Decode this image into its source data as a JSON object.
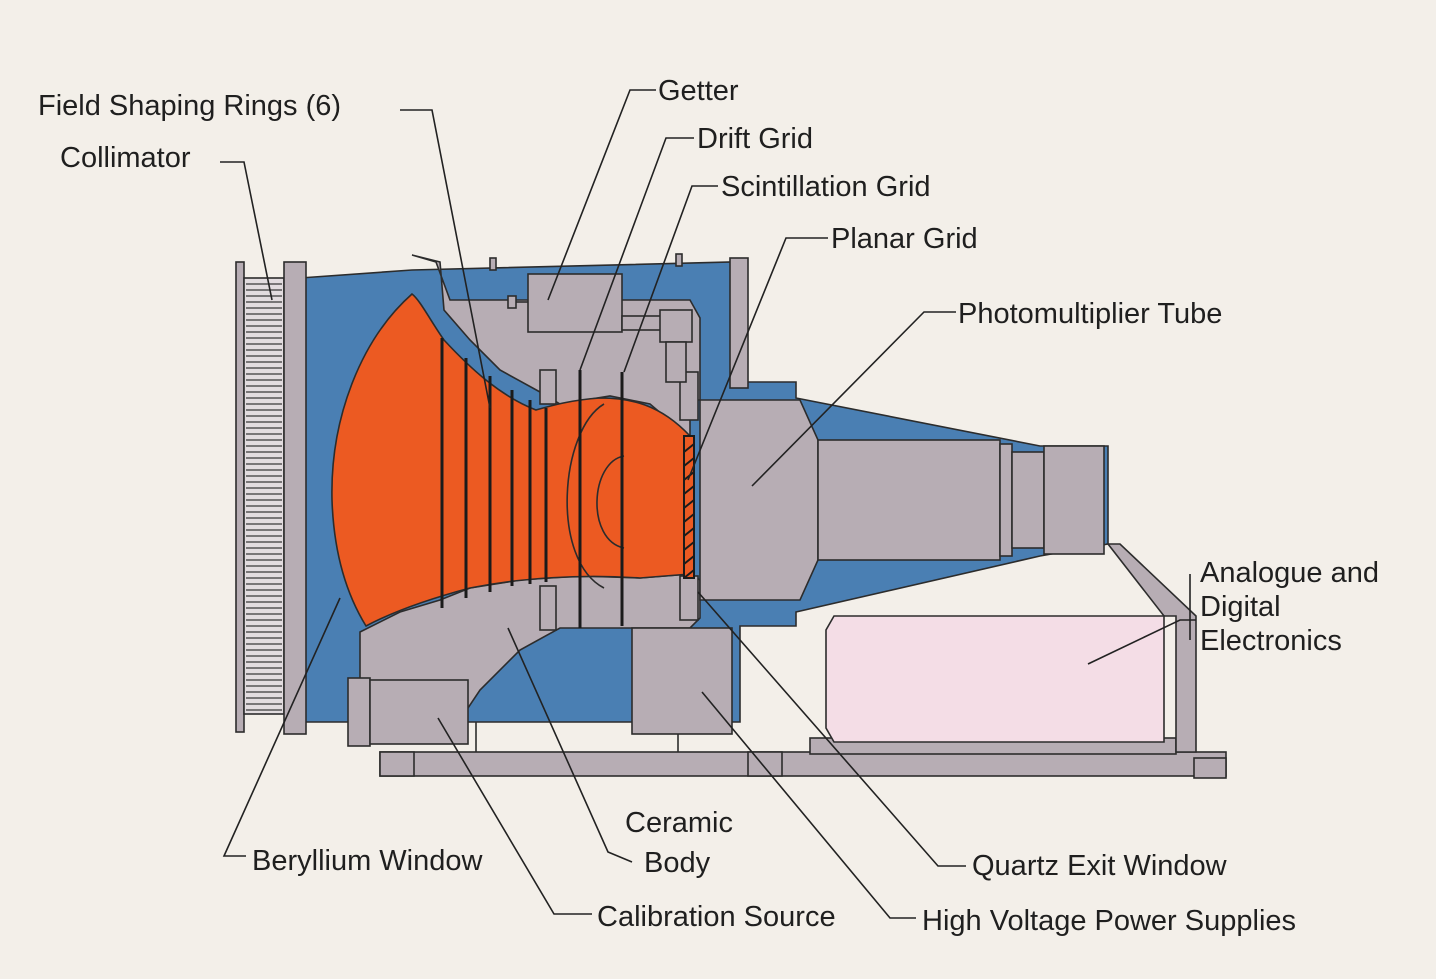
{
  "diagram": {
    "type": "cutaway-instrument-schematic",
    "colors": {
      "background": "#f3efe9",
      "housing": "#4a7fb3",
      "metal": "#b7adb4",
      "gas_volume": "#ec5a22",
      "electronics_box": "#f4dde6",
      "outline": "#2c2c2c"
    },
    "labels": {
      "field_shaping_rings": "Field Shaping Rings (6)",
      "collimator": "Collimator",
      "getter": "Getter",
      "drift_grid": "Drift Grid",
      "scintillation_grid": "Scintillation Grid",
      "planar_grid": "Planar Grid",
      "photomultiplier_tube": "Photomultiplier Tube",
      "electronics_line1": "Analogue and",
      "electronics_line2": "Digital",
      "electronics_line3": "Electronics",
      "beryllium_window": "Beryllium Window",
      "ceramic_body_line1": "Ceramic",
      "ceramic_body_line2": "Body",
      "quartz_exit_window": "Quartz Exit Window",
      "calibration_source": "Calibration Source",
      "high_voltage_power_supplies": "High Voltage Power Supplies"
    }
  }
}
